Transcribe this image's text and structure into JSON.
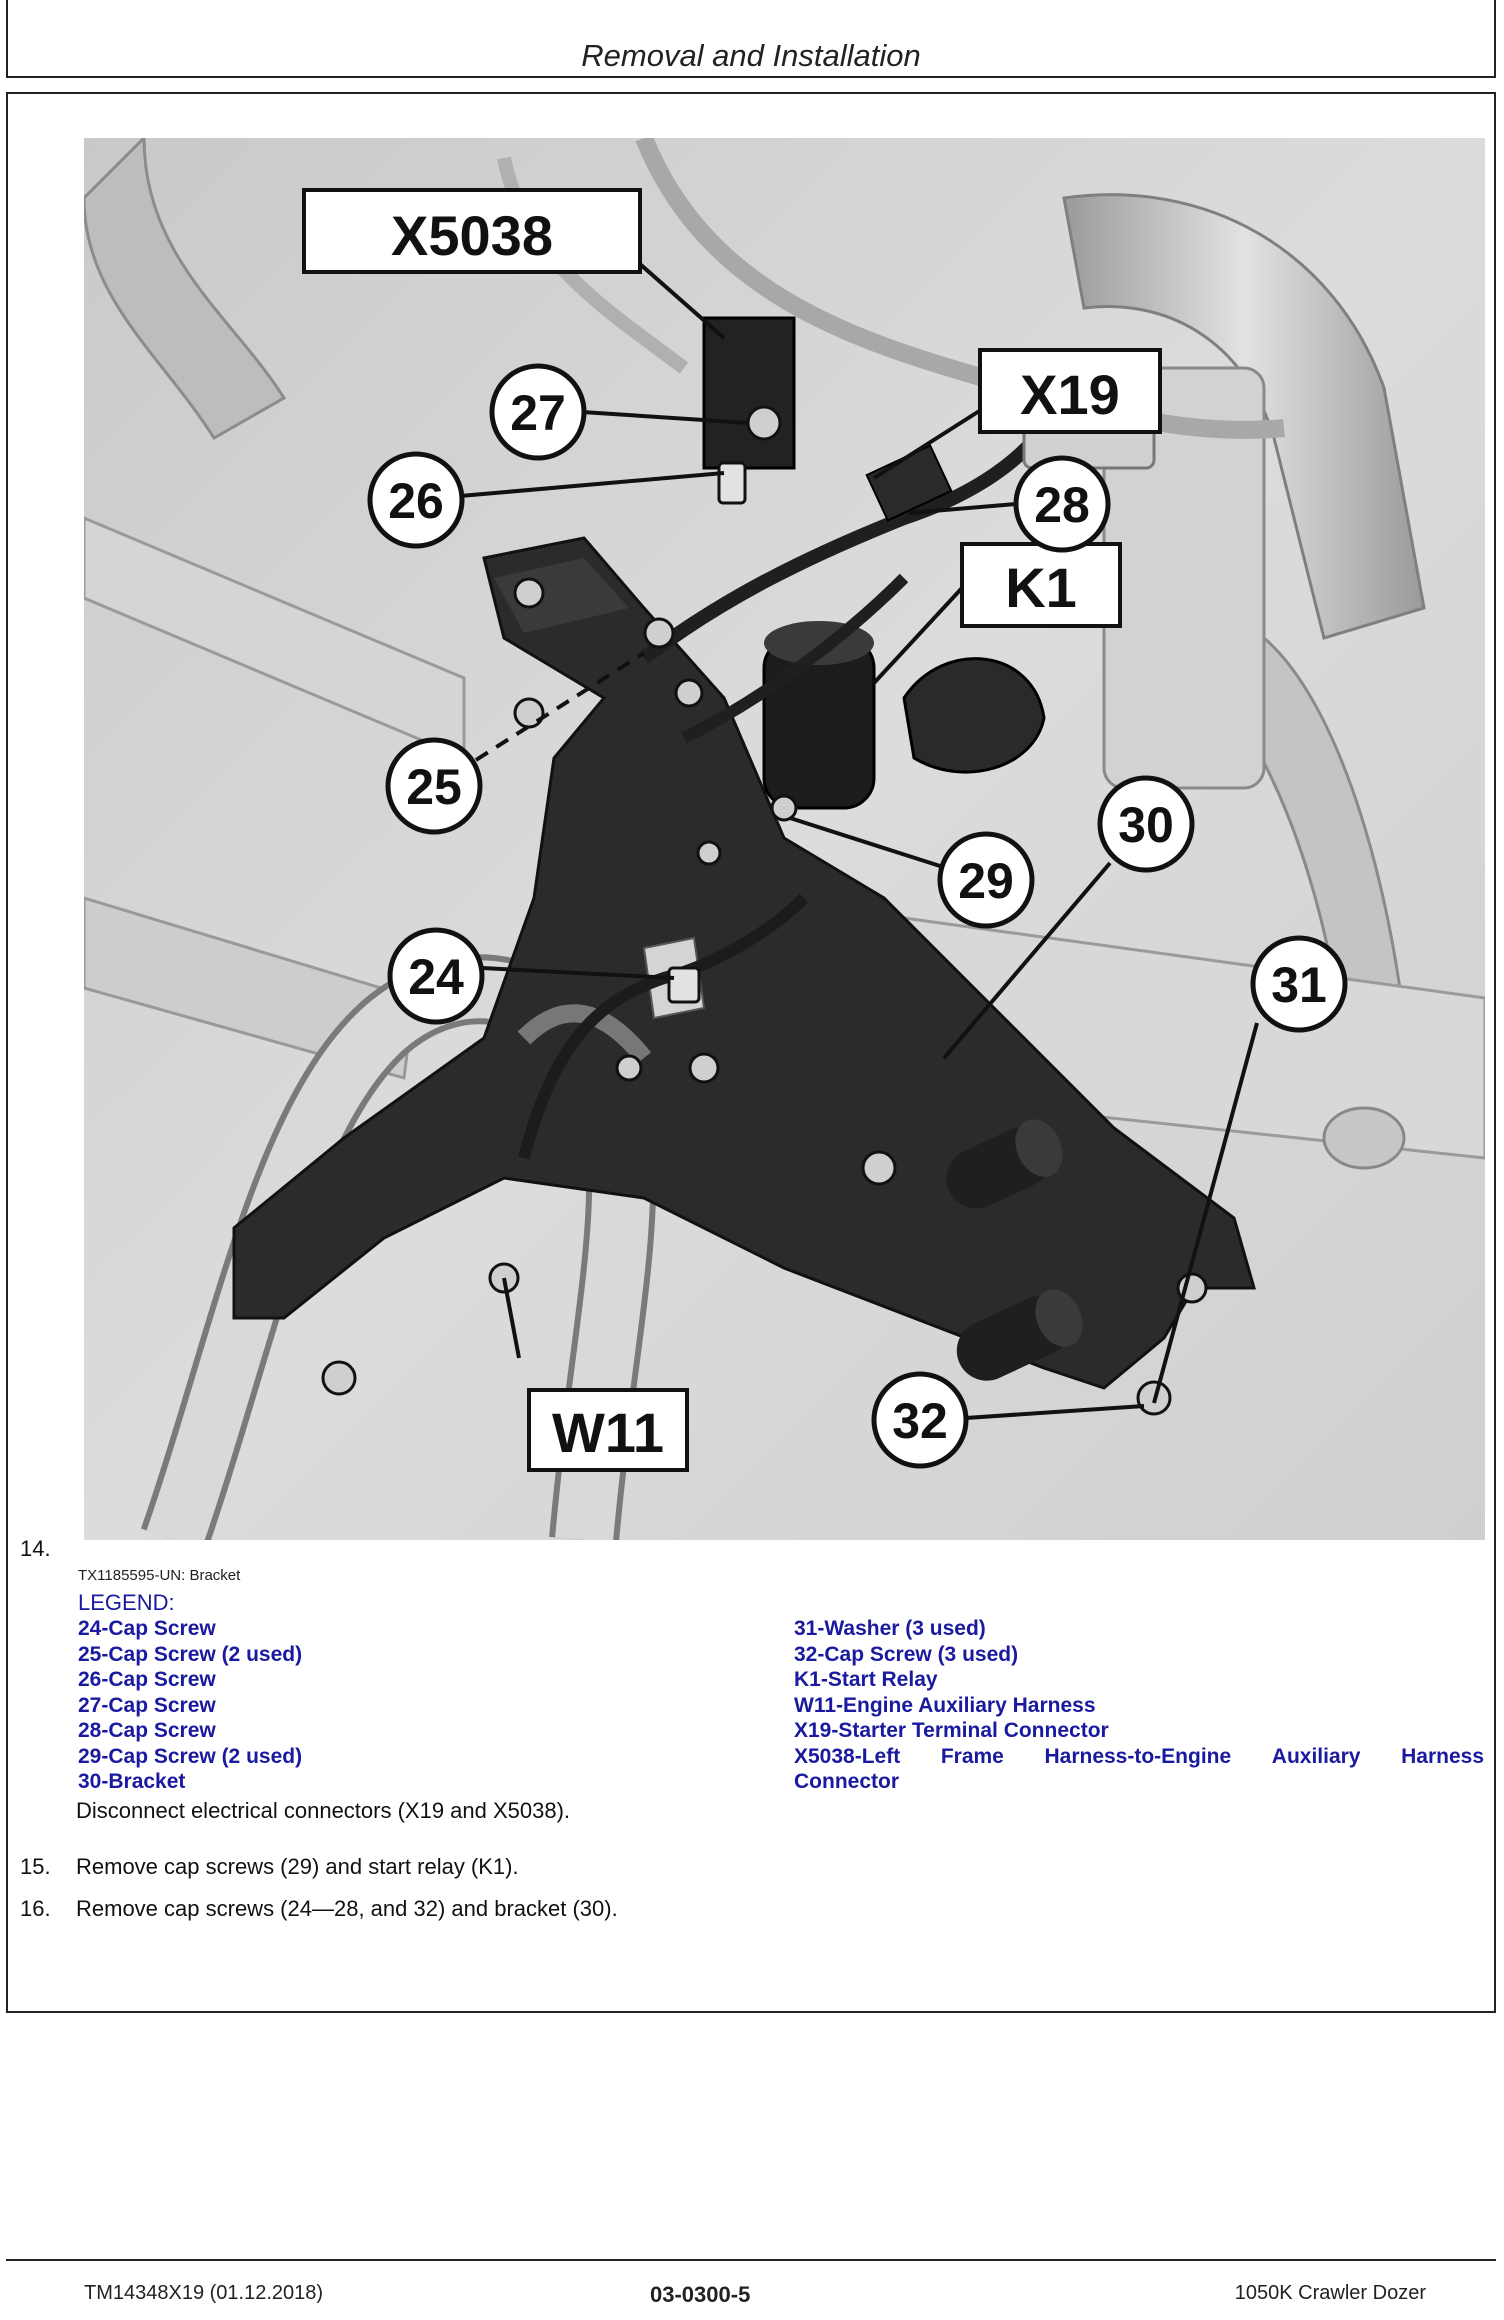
{
  "header": {
    "title": "Removal and Installation"
  },
  "figure": {
    "callouts": [
      "X5038",
      "27",
      "26",
      "X19",
      "28",
      "K1",
      "25",
      "29",
      "24",
      "30",
      "31",
      "32",
      "W11"
    ]
  },
  "step14": {
    "number": "14.",
    "figure_id": "TX1185595-UN: Bracket",
    "legend_title": "LEGEND:",
    "legend_left": [
      "24-Cap Screw",
      "25-Cap Screw (2 used)",
      "26-Cap Screw",
      "27-Cap Screw",
      "28-Cap Screw",
      "29-Cap Screw (2 used)",
      "30-Bracket"
    ],
    "legend_right": [
      "31-Washer (3 used)",
      "32-Cap Screw (3 used)",
      "K1-Start Relay",
      "W11-Engine Auxiliary Harness",
      "X19-Starter Terminal Connector"
    ],
    "legend_last_line1": [
      "X5038-Left",
      "Frame",
      "Harness-to-Engine",
      "Auxiliary",
      "Harness"
    ],
    "legend_last_line2": "Connector",
    "text": "Disconnect electrical connectors (X19 and X5038)."
  },
  "step15": {
    "number": "15.",
    "text": "Remove cap screws (29) and start relay (K1)."
  },
  "step16": {
    "number": "16.",
    "text": "Remove cap screws (24—28, and 32) and bracket (30)."
  },
  "footer": {
    "left": "TM14348X19 (01.12.2018)",
    "center": "03-0300-5",
    "right": "1050K Crawler Dozer"
  }
}
